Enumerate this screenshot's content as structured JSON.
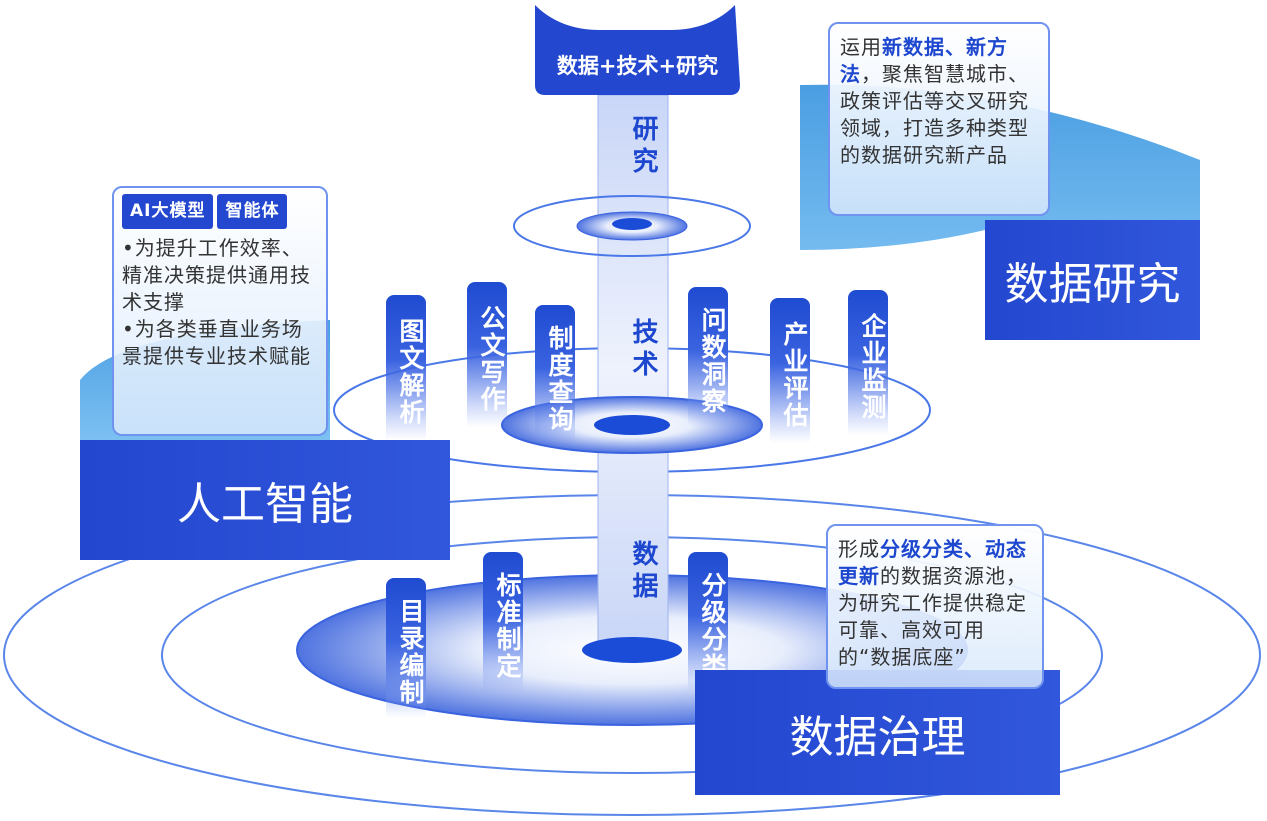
{
  "top": {
    "cap_label": "数据+技术+研究"
  },
  "column": {
    "research": "研究",
    "tech": "技术",
    "data": "数据"
  },
  "tech_pillars": [
    "图文解析",
    "公文写作",
    "制度查询",
    "问数洞察",
    "产业评估",
    "企业监测"
  ],
  "data_pillars": [
    "目录编制",
    "标准制定",
    "分级分类"
  ],
  "sections": {
    "research": {
      "title": "数据研究",
      "text_pre": "运用",
      "text_hl": "新数据、新方法",
      "text_post": "，聚焦智慧城市、政策评估等交叉研究领域，打造多种类型的数据研究新产品"
    },
    "ai": {
      "title": "人工智能",
      "tags": [
        "AI大模型",
        "智能体"
      ],
      "bullets": [
        "•为提升工作效率、精准决策提供通用技术支撑",
        "•为各类垂直业务场景提供专业技术赋能"
      ]
    },
    "governance": {
      "title": "数据治理",
      "text_pre": "形成",
      "text_hl": "分级分类、动态更新",
      "text_post": "的数据资源池，为研究工作提供稳定可靠、高效可用的“数据底座”"
    }
  },
  "colors": {
    "primary": "#2347cf",
    "light": "#5fa8e6",
    "ring": "#4a78e8"
  }
}
